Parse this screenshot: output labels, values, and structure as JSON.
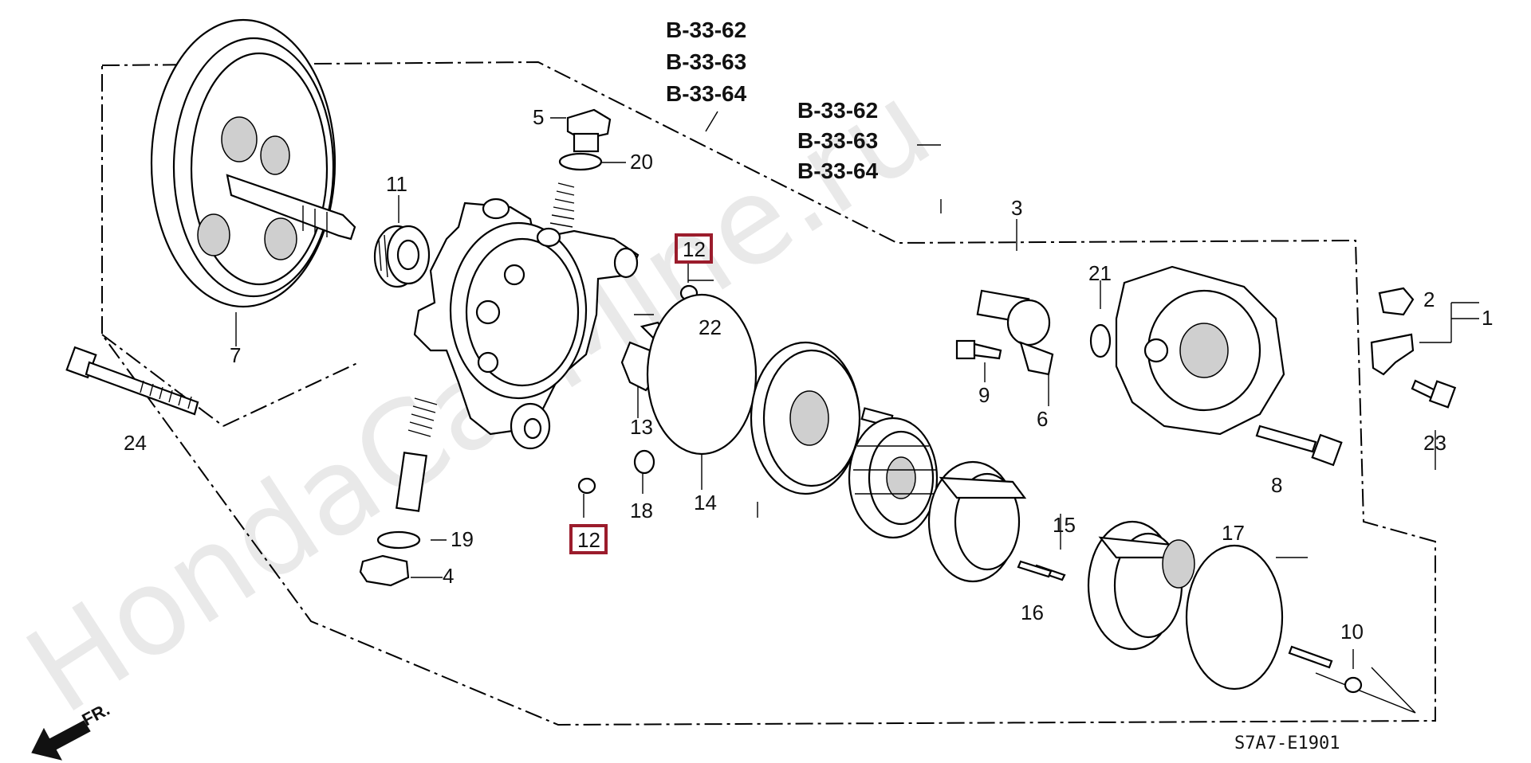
{
  "watermark": "HondaCarMine.ru",
  "diagram_code": "S7A7-E1901",
  "front_label": "FR.",
  "ref_group_top": [
    "B-33-62",
    "B-33-63",
    "B-33-64"
  ],
  "ref_group_right": [
    "B-33-62",
    "B-33-63",
    "B-33-64"
  ],
  "highlight_color": "#9b1c2c",
  "labels": {
    "p1": "1",
    "p2": "2",
    "p3": "3",
    "p4": "4",
    "p5": "5",
    "p6": "6",
    "p7": "7",
    "p8": "8",
    "p9": "9",
    "p10": "10",
    "p11": "11",
    "p12a": "12",
    "p12b": "12",
    "p13": "13",
    "p14": "14",
    "p15": "15",
    "p16": "16",
    "p17": "17",
    "p18": "18",
    "p19": "19",
    "p20": "20",
    "p21": "21",
    "p22": "22",
    "p23": "23",
    "p24": "24"
  }
}
